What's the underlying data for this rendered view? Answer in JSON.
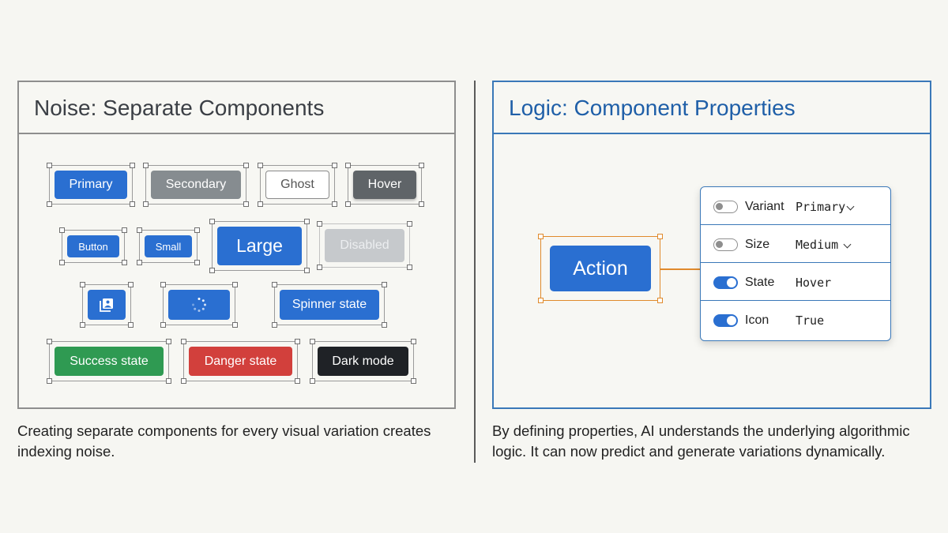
{
  "left_panel": {
    "title": "Noise: Separate Components",
    "caption": "Creating separate components for every visual variation creates indexing noise.",
    "buttons": {
      "primary": "Primary",
      "secondary": "Secondary",
      "ghost": "Ghost",
      "hover": "Hover",
      "button": "Button",
      "small": "Small",
      "large": "Large",
      "disabled": "Disabled",
      "spinner_state": "Spinner state",
      "success_state": "Success state",
      "danger_state": "Danger state",
      "dark_mode": "Dark mode"
    },
    "icons": [
      "image-icon",
      "spinner-icon"
    ]
  },
  "right_panel": {
    "title": "Logic: Component Properties",
    "caption": "By defining properties, AI understands the underlying algorithmic logic. It can now predict and generate variations dynamically.",
    "action_label": "Action",
    "properties": [
      {
        "name": "Variant",
        "value": "Primary",
        "toggle": "off",
        "dropdown": true
      },
      {
        "name": "Size",
        "value": "Medium",
        "toggle": "off",
        "dropdown": true
      },
      {
        "name": "State",
        "value": "Hover",
        "toggle": "on",
        "dropdown": false
      },
      {
        "name": "Icon",
        "value": "True",
        "toggle": "on",
        "dropdown": false
      }
    ]
  },
  "colors": {
    "primary_blue": "#2a6fd1",
    "selection_orange": "#e08a2c",
    "success_green": "#2f9a52",
    "danger_red": "#d2403c",
    "dark": "#1f2226"
  }
}
